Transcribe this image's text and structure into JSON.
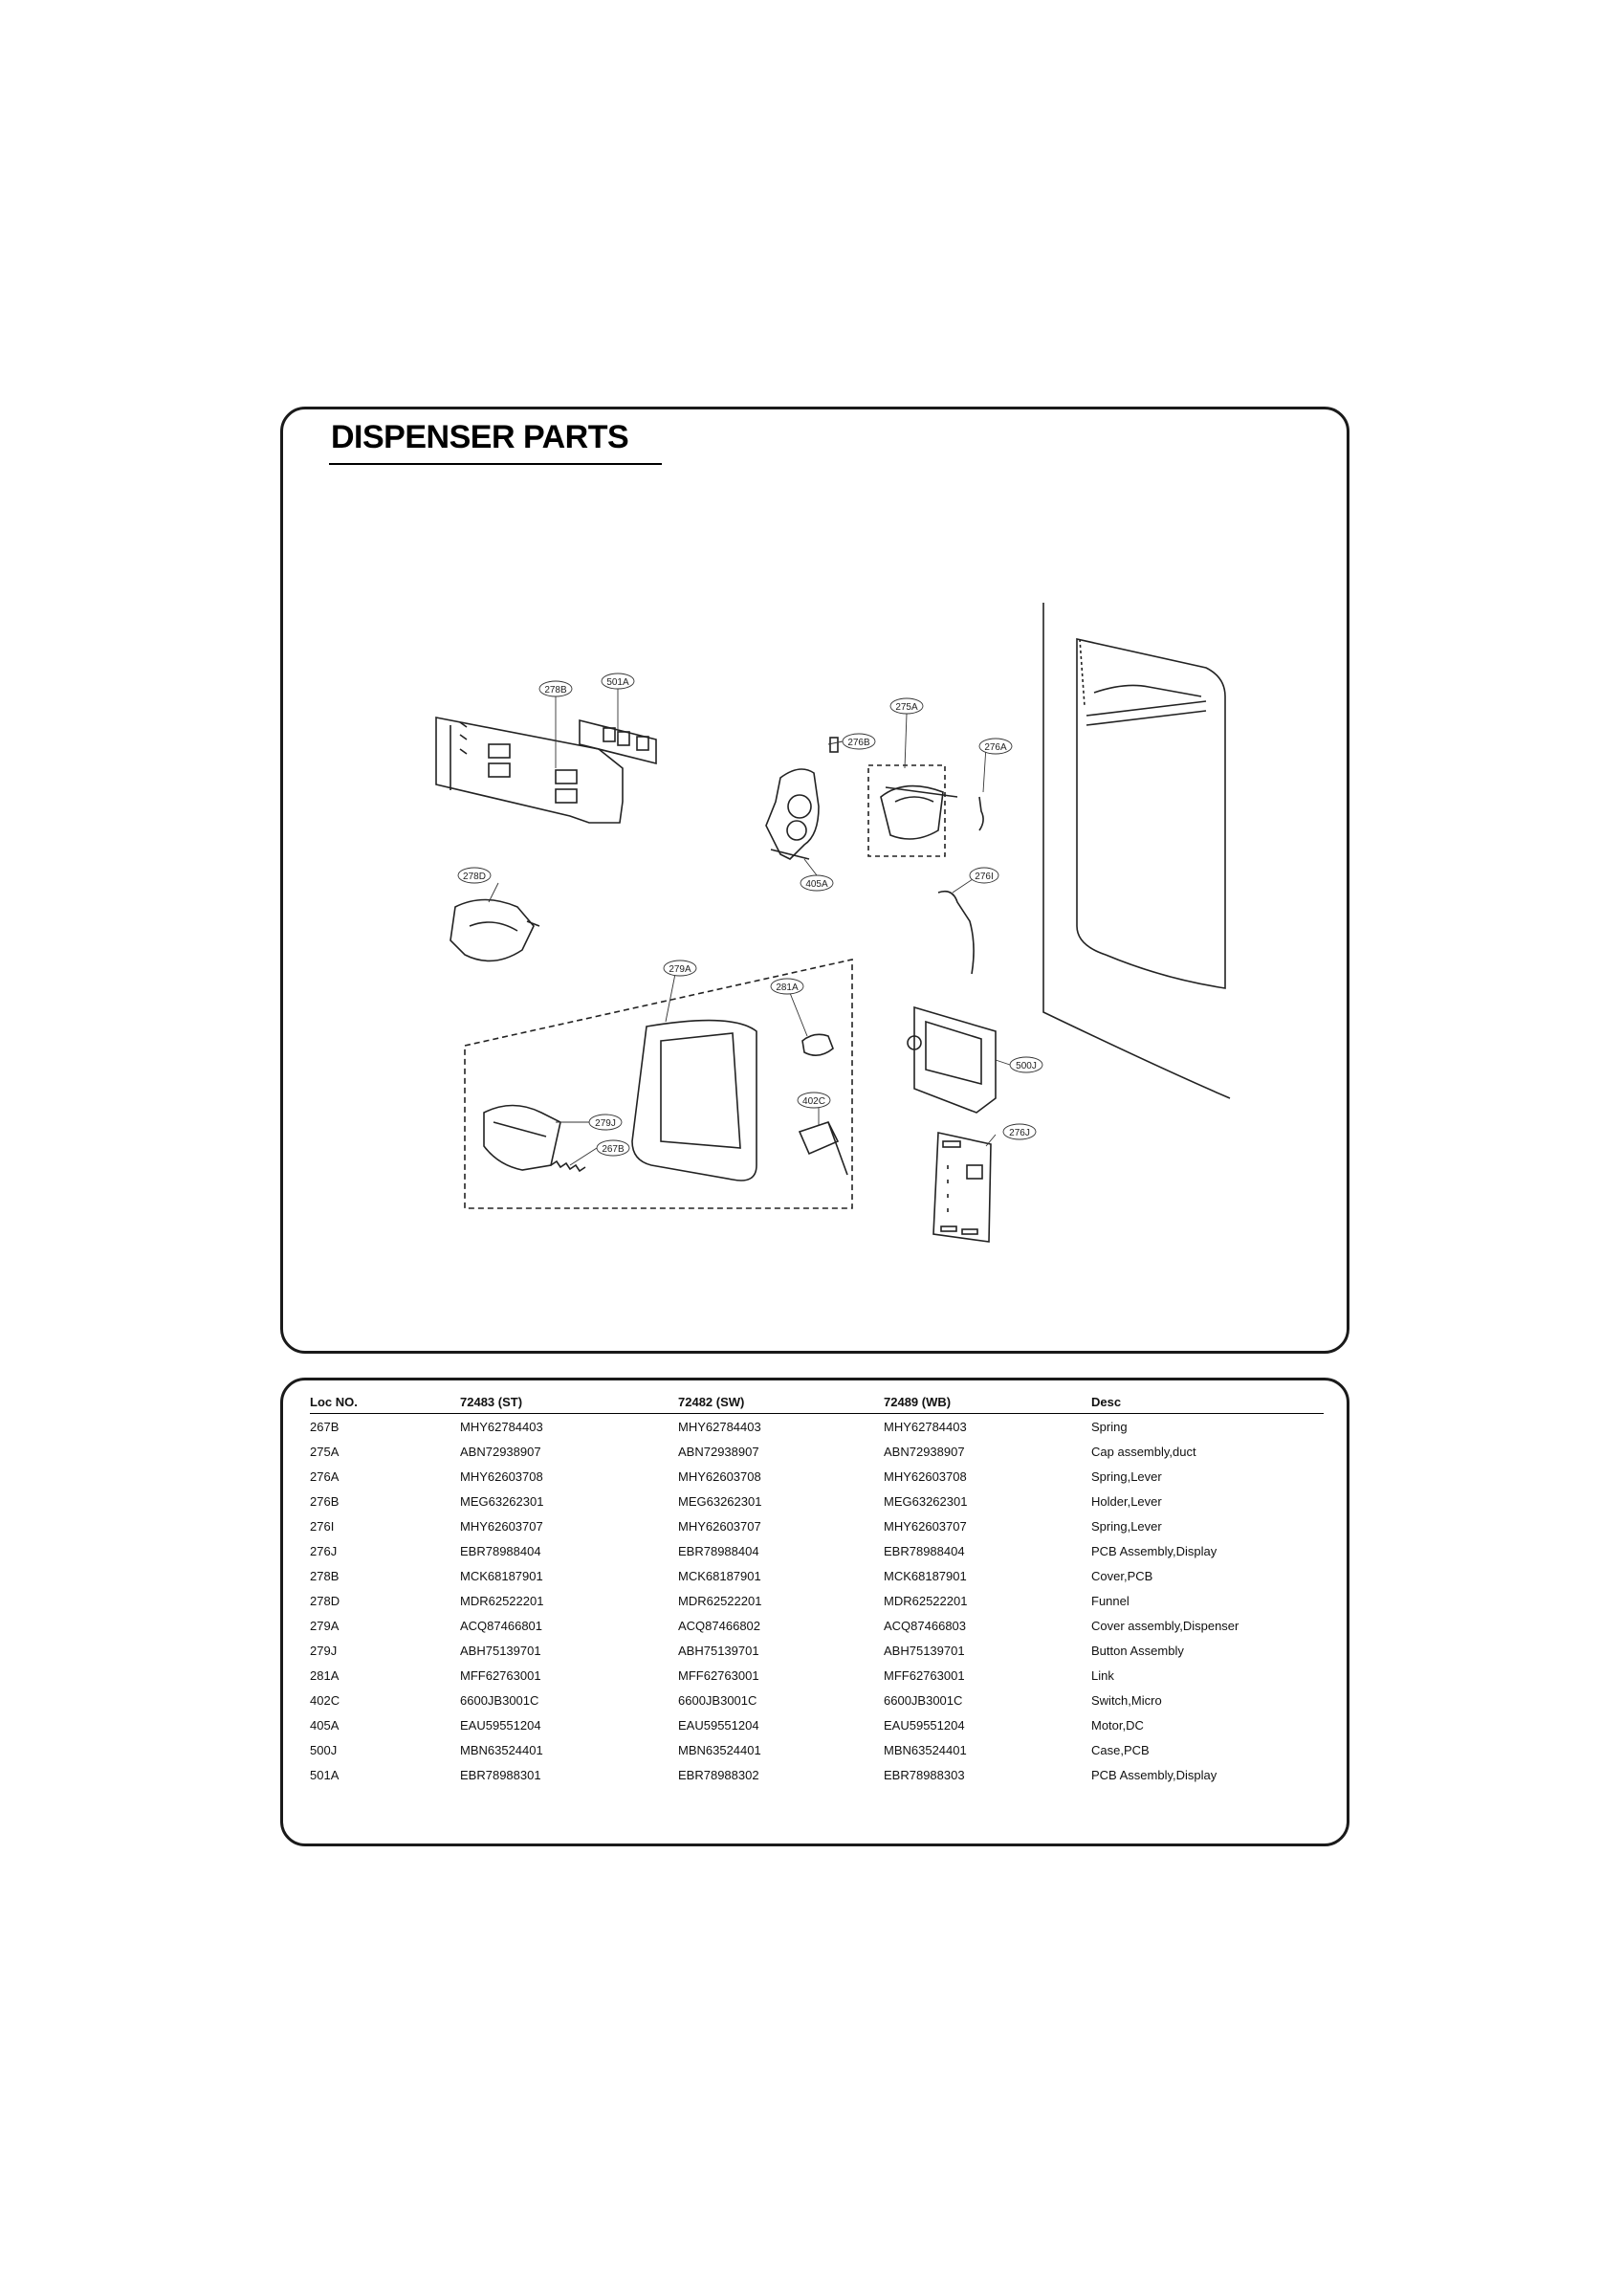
{
  "page": {
    "title": "DISPENSER PARTS"
  },
  "diagram": {
    "callouts": [
      "278B",
      "501A",
      "276B",
      "275A",
      "276A",
      "278D",
      "405A",
      "276I",
      "279A",
      "281A",
      "500J",
      "402C",
      "279J",
      "267B",
      "276J"
    ]
  },
  "table": {
    "headers": [
      "Loc NO.",
      "72483 (ST)",
      "72482 (SW)",
      "72489 (WB)",
      "Desc"
    ],
    "rows": [
      [
        "267B",
        "MHY62784403",
        "MHY62784403",
        "MHY62784403",
        "Spring"
      ],
      [
        "275A",
        "ABN72938907",
        "ABN72938907",
        "ABN72938907",
        "Cap assembly,duct"
      ],
      [
        "276A",
        "MHY62603708",
        "MHY62603708",
        "MHY62603708",
        "Spring,Lever"
      ],
      [
        "276B",
        "MEG63262301",
        "MEG63262301",
        "MEG63262301",
        "Holder,Lever"
      ],
      [
        "276I",
        "MHY62603707",
        "MHY62603707",
        "MHY62603707",
        "Spring,Lever"
      ],
      [
        "276J",
        "EBR78988404",
        "EBR78988404",
        "EBR78988404",
        "PCB Assembly,Display"
      ],
      [
        "278B",
        "MCK68187901",
        "MCK68187901",
        "MCK68187901",
        "Cover,PCB"
      ],
      [
        "278D",
        "MDR62522201",
        "MDR62522201",
        "MDR62522201",
        "Funnel"
      ],
      [
        "279A",
        "ACQ87466801",
        "ACQ87466802",
        "ACQ87466803",
        "Cover assembly,Dispenser"
      ],
      [
        "279J",
        "ABH75139701",
        "ABH75139701",
        "ABH75139701",
        "Button Assembly"
      ],
      [
        "281A",
        "MFF62763001",
        "MFF62763001",
        "MFF62763001",
        "Link"
      ],
      [
        "402C",
        "6600JB3001C",
        "6600JB3001C",
        "6600JB3001C",
        "Switch,Micro"
      ],
      [
        "405A",
        "EAU59551204",
        "EAU59551204",
        "EAU59551204",
        "Motor,DC"
      ],
      [
        "500J",
        "MBN63524401",
        "MBN63524401",
        "MBN63524401",
        "Case,PCB"
      ],
      [
        "501A",
        "EBR78988301",
        "EBR78988302",
        "EBR78988303",
        "PCB Assembly,Display"
      ]
    ]
  }
}
